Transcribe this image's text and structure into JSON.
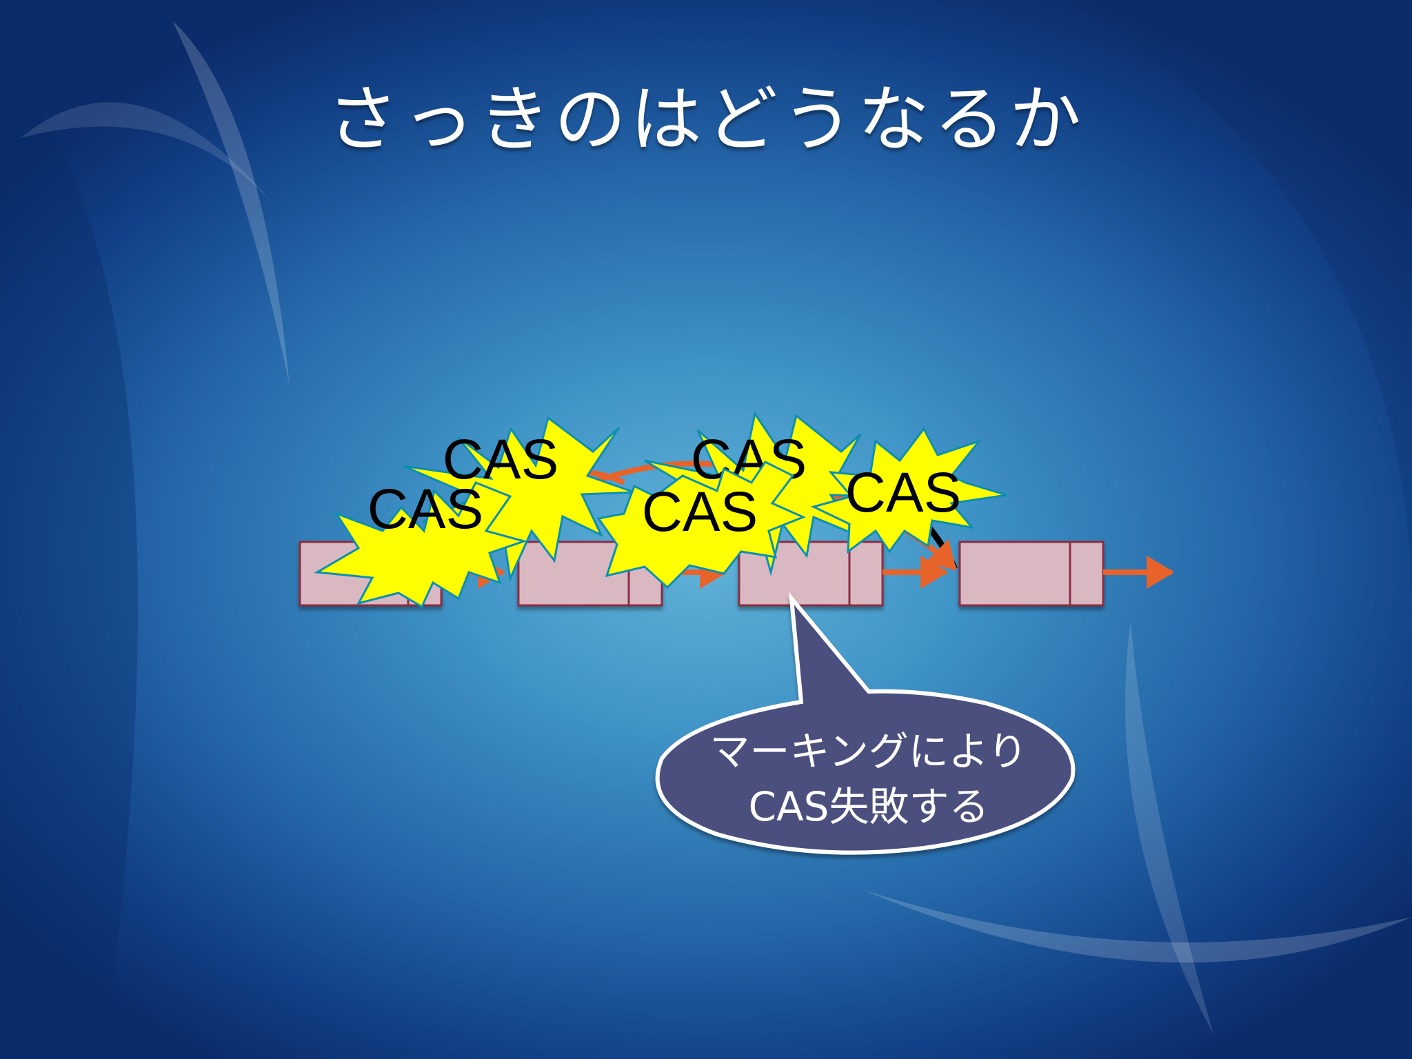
{
  "slide": {
    "title": "さっきのはどうなるか",
    "burst_labels": [
      "CAS",
      "CAS",
      "CAS",
      "CAS",
      "CAS"
    ],
    "callout": {
      "line1": "マーキングにより",
      "line2": "CAS失敗する"
    }
  },
  "colors": {
    "burst_fill": "#ffff00",
    "node_fill": "#d9b8c2",
    "arrow": "#e8632a",
    "callout_fill": "#4c4f7d"
  }
}
